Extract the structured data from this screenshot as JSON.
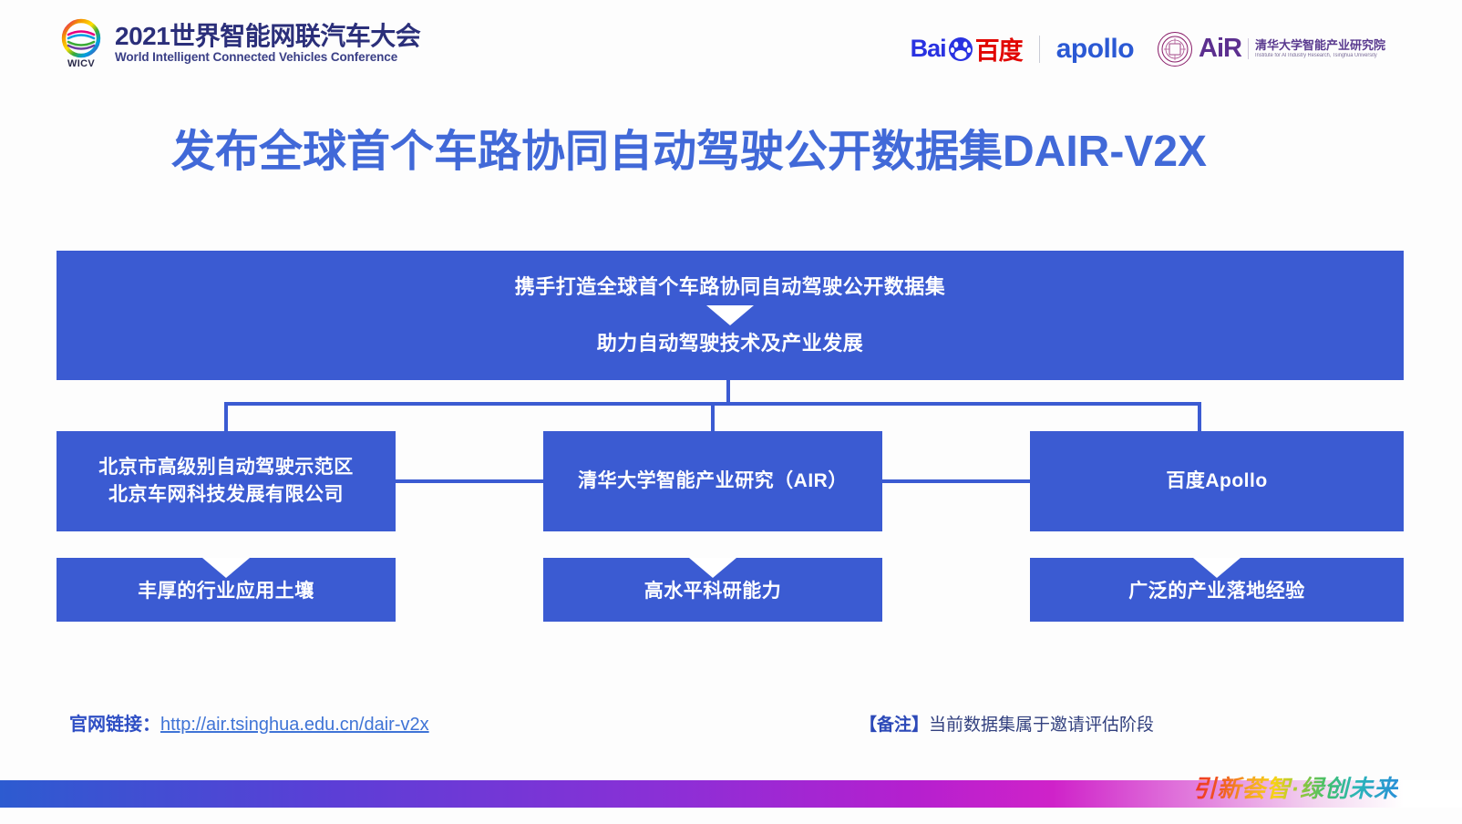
{
  "header": {
    "wicv": {
      "abbr": "WICV",
      "title_cn": "2021世界智能网联汽车大会",
      "title_en": "World Intelligent Connected Vehicles Conference"
    },
    "partners": {
      "baidu_en": "Bai",
      "baidu_cn": "百度",
      "apollo": "apollo",
      "air_abbr": "AiR",
      "air_cn": "清华大学智能产业研究院",
      "air_en": "Institute for AI Industry Research, Tsinghua University"
    }
  },
  "title": "发布全球首个车路协同自动驾驶公开数据集DAIR-V2X",
  "diagram": {
    "banner": {
      "line1": "携手打造全球首个车路协同自动驾驶公开数据集",
      "line2": "助力自动驾驶技术及产业发展"
    },
    "partners": [
      {
        "name_line1": "北京市高级别自动驾驶示范区",
        "name_line2": "北京车网科技发展有限公司",
        "strength": "丰厚的行业应用土壤"
      },
      {
        "name_line1": "清华大学智能产业研究（AIR）",
        "name_line2": "",
        "strength": "高水平科研能力"
      },
      {
        "name_line1": "百度Apollo",
        "name_line2": "",
        "strength": "广泛的产业落地经验"
      }
    ]
  },
  "footer": {
    "link_label": "官网链接：",
    "link_url": "http://air.tsinghua.edu.cn/dair-v2x",
    "note_label": "【备注】",
    "note_text": "当前数据集属于邀请评估阶段",
    "tagline": "引新荟智·绿创未来"
  },
  "colors": {
    "node_blue": "#3b5bd2",
    "title_blue": "#4169d8",
    "link_blue": "#3f74d6"
  }
}
